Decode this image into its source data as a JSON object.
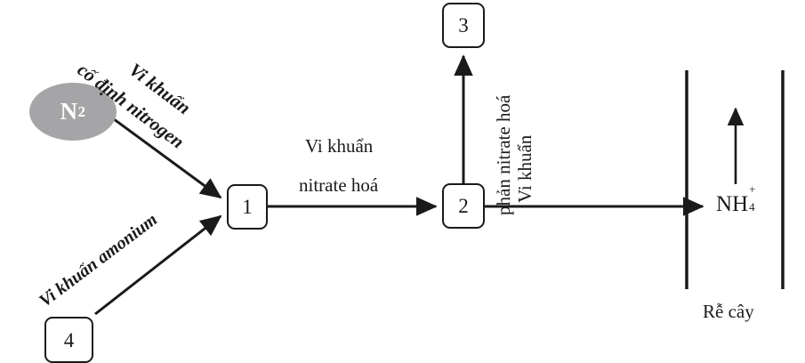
{
  "diagram": {
    "title": "Nitrogen cycle in soil and plant root uptake",
    "background_color": "#ffffff",
    "line_color": "#1a1a1a",
    "n2_fill_color": "#a5a5a8",
    "n2_text_color": "#ffffff"
  },
  "nodes": {
    "n2": {
      "label": "N",
      "subscript": "2"
    },
    "box1": {
      "label": "1"
    },
    "box2": {
      "label": "2"
    },
    "box3": {
      "label": "3"
    },
    "box4": {
      "label": "4"
    }
  },
  "labels": {
    "nitrogen_fixation": {
      "line1": "Vi khuẩn",
      "line2": "cố định nitrogen"
    },
    "amonium_bacteria": {
      "line1": "Vi khuẩn amonium"
    },
    "nitrate_bacteria": {
      "line1": "Vi khuẩn",
      "line2": "nitrate hoá"
    },
    "denitrification_bacteria": {
      "line1": "Vi khuẩn",
      "line2": "phản nitrate hoá"
    },
    "ammonium_ion": {
      "base": "NH",
      "charge": "+",
      "count": "4"
    },
    "root_caption": "Rễ cây"
  }
}
